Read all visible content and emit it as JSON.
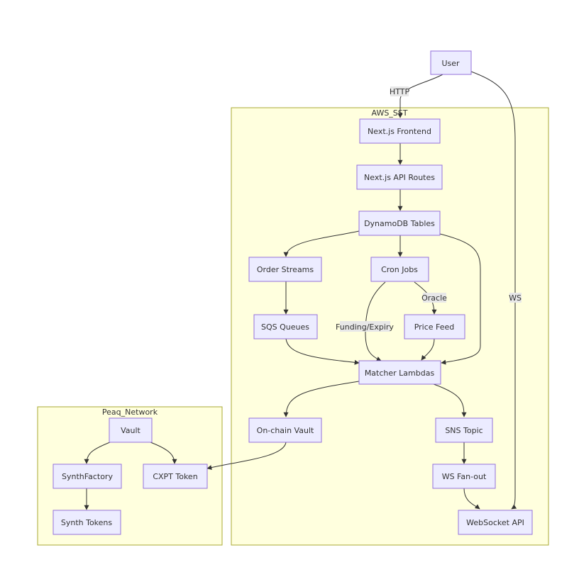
{
  "clusters": {
    "aws": {
      "label": "AWS_SST"
    },
    "peaq": {
      "label": "Peaq_Network"
    }
  },
  "nodes": {
    "user": "User",
    "frontend": "Next.js Frontend",
    "api_routes": "Next.js API Routes",
    "dynamodb": "DynamoDB Tables",
    "order_streams": "Order Streams",
    "cron_jobs": "Cron Jobs",
    "sqs_queues": "SQS Queues",
    "price_feed": "Price Feed",
    "matcher": "Matcher Lambdas",
    "onchain_vault": "On-chain Vault",
    "sns_topic": "SNS Topic",
    "ws_fanout": "WS Fan-out",
    "websocket_api": "WebSocket API",
    "vault": "Vault",
    "synth_factory": "SynthFactory",
    "cxpt_token": "CXPT Token",
    "synth_tokens": "Synth Tokens"
  },
  "edge_labels": {
    "http": "HTTP",
    "ws": "WS",
    "oracle": "Oracle",
    "funding": "Funding/Expiry"
  },
  "colors": {
    "node_fill": "#ececff",
    "node_stroke": "#9370db",
    "cluster_fill": "#ffffde",
    "cluster_stroke": "#aaaa33",
    "edge": "#333333",
    "edge_label_bg": "#e8e8e8"
  }
}
